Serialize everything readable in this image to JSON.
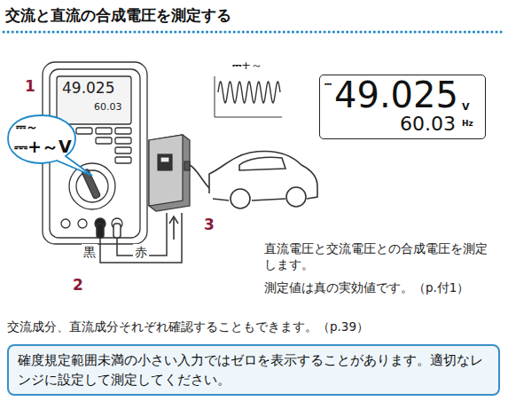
{
  "diagram": {
    "title": "交流と直流の合成電圧を測定する",
    "nodes": [
      {
        "text": [
          "⎓～",
          "⎓+～V"
        ]
      },
      {
        "text": [
          "⎓",
          "49.025",
          "V",
          "60.03",
          "Hz"
        ]
      },
      {
        "text": [
          "確度規定範囲未満の小さい入力ではゼロを表示することがあります。適切なレンジに設定して測定してください。"
        ]
      }
    ],
    "labels": [
      "1",
      "2",
      "3",
      "49.025",
      "60.03",
      "黒",
      "赤",
      "⎓+～",
      "直流電圧と交流電圧との合成電圧を測定します。",
      "測定値は真の実効値です。（p.付1）",
      "交流成分、直流成分それぞれ確認することもできます。（p.39）"
    ]
  }
}
